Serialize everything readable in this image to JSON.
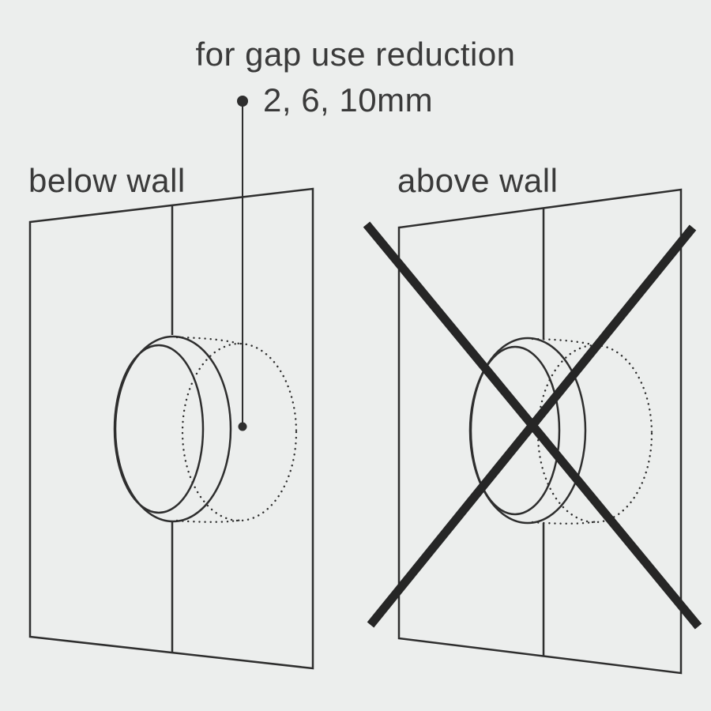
{
  "annotation": {
    "line1": "for gap use reduction",
    "line2": "2, 6, 10mm"
  },
  "panels": {
    "left": {
      "label": "below wall"
    },
    "right": {
      "label": "above wall"
    }
  },
  "icons": {
    "cross": "prohibited-cross-icon",
    "leader": "leader-line-pointer"
  },
  "colors": {
    "background": "#ECEEED",
    "line": "#2E2E2E",
    "text": "#3A3A3A",
    "cross": "#262626"
  }
}
